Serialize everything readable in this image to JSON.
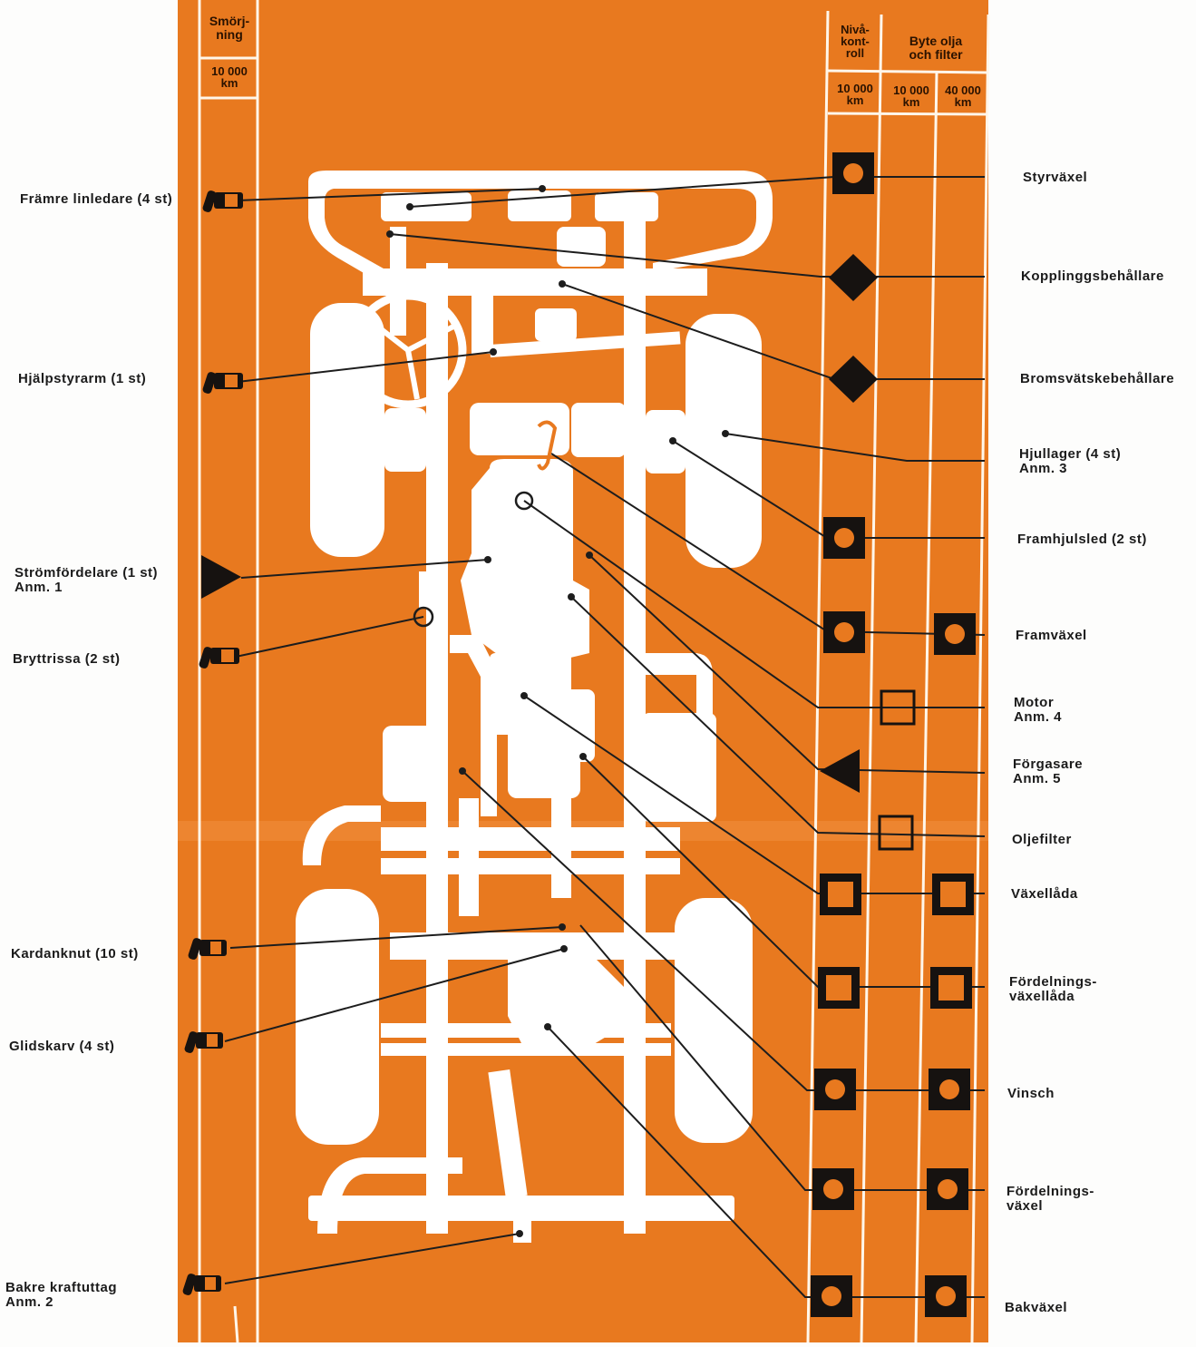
{
  "header": {
    "lubrication": [
      "Smörj-",
      "ning"
    ],
    "lubrication_interval": [
      "10 000",
      "km"
    ],
    "level_check": [
      "Nivå-",
      "kont-",
      "roll"
    ],
    "level_interval": [
      "10 000",
      "km"
    ],
    "oil_change": [
      "Byte olja",
      "och filter"
    ],
    "oil_interval_1": [
      "10 000",
      "km"
    ],
    "oil_interval_2": [
      "40 000",
      "km"
    ]
  },
  "left_labels": [
    {
      "id": "framre-linledare",
      "lines": [
        "Främre linledare (4 st)"
      ]
    },
    {
      "id": "hjalpstyrarm",
      "lines": [
        "Hjälpstyrarm (1 st)"
      ]
    },
    {
      "id": "stromfordelare",
      "lines": [
        "Strömfördelare (1 st)",
        "Anm. 1"
      ]
    },
    {
      "id": "bryttrissa",
      "lines": [
        "Bryttrissa (2 st)"
      ]
    },
    {
      "id": "kardanknut",
      "lines": [
        "Kardanknut (10 st)"
      ]
    },
    {
      "id": "glidskarv",
      "lines": [
        "Glidskarv (4 st)"
      ]
    },
    {
      "id": "bakre-kraftuttag",
      "lines": [
        "Bakre kraftuttag",
        "Anm. 2"
      ]
    }
  ],
  "right_labels": [
    {
      "id": "styrvaxel",
      "lines": [
        "Styrväxel"
      ]
    },
    {
      "id": "kopplingsbehallare",
      "lines": [
        "Kopplinggsbehållare"
      ]
    },
    {
      "id": "bromsvatskebehallare",
      "lines": [
        "Bromsvätskebehållare"
      ]
    },
    {
      "id": "hjullager",
      "lines": [
        "Hjullager (4 st)",
        "Anm. 3"
      ]
    },
    {
      "id": "framhjulsled",
      "lines": [
        "Framhjulsled (2 st)"
      ]
    },
    {
      "id": "framvaxel",
      "lines": [
        "Framväxel"
      ]
    },
    {
      "id": "motor",
      "lines": [
        "Motor",
        "Anm. 4"
      ]
    },
    {
      "id": "forgasare",
      "lines": [
        "Förgasare",
        "Anm. 5"
      ]
    },
    {
      "id": "oljefilter",
      "lines": [
        "Oljefilter"
      ]
    },
    {
      "id": "vaxellada",
      "lines": [
        "Växellåda"
      ]
    },
    {
      "id": "fordelningsvaxellada",
      "lines": [
        "Fördelnings-",
        "växellåda"
      ]
    },
    {
      "id": "vinsch",
      "lines": [
        "Vinsch"
      ]
    },
    {
      "id": "fordelningsvaxel",
      "lines": [
        "Fördelnings-",
        "växel"
      ]
    },
    {
      "id": "bakvaxel",
      "lines": [
        "Bakväxel"
      ]
    }
  ],
  "colors": {
    "panel": "#e8791f",
    "symbol": "#161210",
    "chassis": "#ffffff",
    "line": "#1d1d1d"
  },
  "icons": {
    "grease_nipple": "grease-gun-icon",
    "level_check_circle": "filled-square-circle-icon",
    "level_check_diamond": "diamond-icon",
    "distributor": "triangle-right-icon",
    "carburetor": "triangle-left-icon",
    "oil_change_square": "square-outline-icon"
  }
}
